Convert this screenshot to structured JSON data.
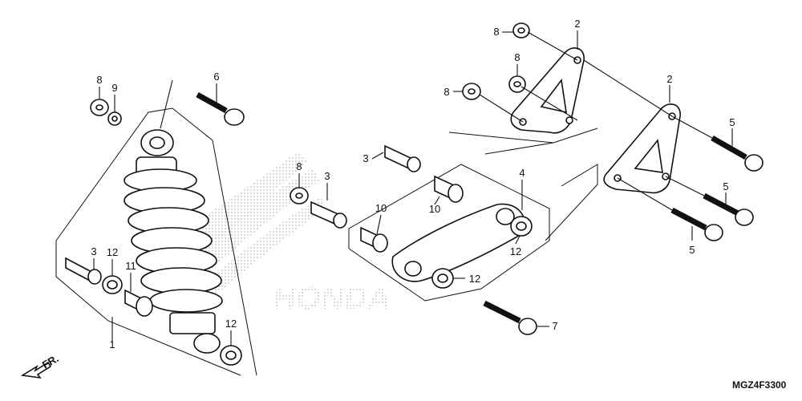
{
  "callouts": {
    "c1": "1",
    "c2a": "2",
    "c2b": "2",
    "c3a": "3",
    "c3b": "3",
    "c3c": "3",
    "c4": "4",
    "c5a": "5",
    "c5b": "5",
    "c5c": "5",
    "c6": "6",
    "c7": "7",
    "c8a": "8",
    "c8b": "8",
    "c8c": "8",
    "c8d": "8",
    "c8e": "8",
    "c9": "9",
    "c10a": "10",
    "c10b": "10",
    "c11": "11",
    "c12a": "12",
    "c12b": "12",
    "c12c": "12",
    "c12d": "12"
  },
  "watermark": "HONDA",
  "direction_label": "FR.",
  "diagram_code": "MGZ4F3300"
}
